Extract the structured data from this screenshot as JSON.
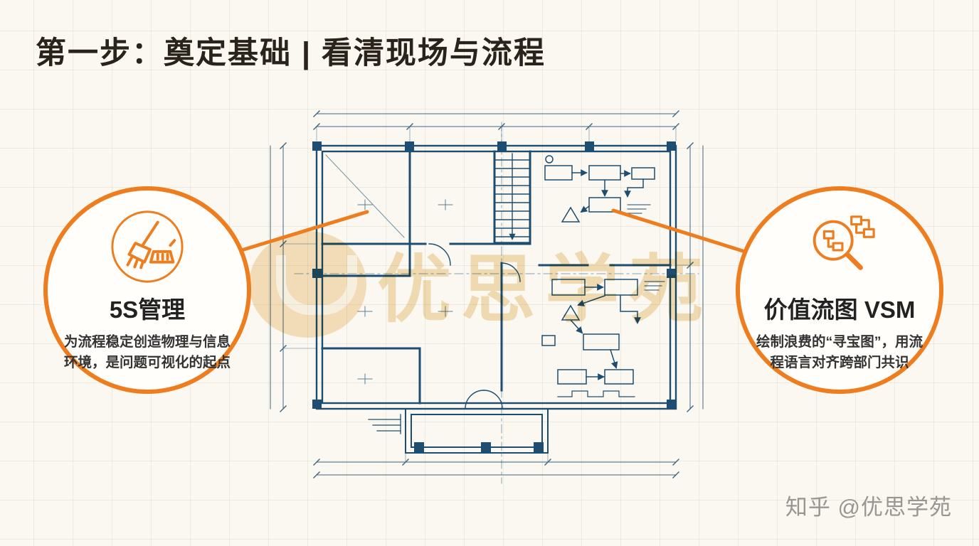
{
  "slide": {
    "title": "第一步：奠定基础 | 看清现场与流程",
    "center_watermark": "优思学苑",
    "footer_watermark": "知乎 @优思学苑"
  },
  "callouts": {
    "left": {
      "icon": "broom-and-dustpan",
      "title": "5S管理",
      "description": "为流程稳定创造物理与信息环境，是问题可视化的起点"
    },
    "right": {
      "icon": "magnifier-over-flowchart",
      "title": "价值流图 VSM",
      "description": "绘制浪费的“寻宝图”，用流程语言对齐跨部门共识"
    }
  },
  "colors": {
    "accent_orange": "#ED7D1F",
    "blueprint_blue": "#1D4D70",
    "background_cream": "#FAF8F0",
    "title_text": "#29231C",
    "watermark_gold": "#D9992B",
    "footer_gray": "#989593"
  }
}
